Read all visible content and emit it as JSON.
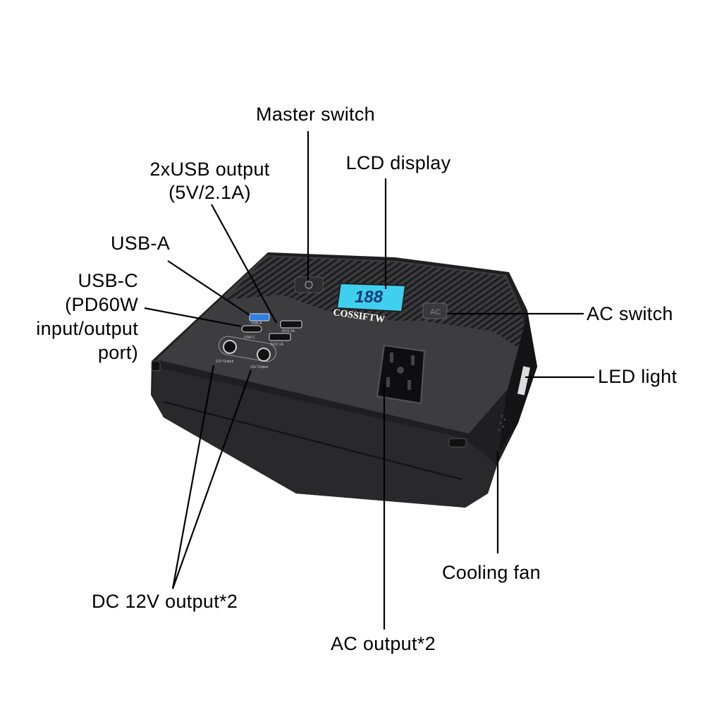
{
  "labels": {
    "master_switch": "Master switch",
    "lcd_display": "LCD display",
    "usb_output_line1": "2xUSB output",
    "usb_output_line2": "(5V/2.1A)",
    "usb_a": "USB-A",
    "usb_c_line1": "USB-C",
    "usb_c_line2": "(PD60W",
    "usb_c_line3": "input/output",
    "usb_c_line4": "port)",
    "ac_switch": "AC switch",
    "led_light": "LED light",
    "cooling_fan": "Cooling fan",
    "dc_output": "DC 12V output*2",
    "ac_output": "AC output*2"
  },
  "device": {
    "brand": "COSSIFTW",
    "lcd_reading": "188",
    "ac_button": "AC",
    "port_usb_a": "USB-A",
    "port_usb_c": "USB-C",
    "port_5v_1": "5V/2.1A",
    "port_5v_2": "5V/2.1A",
    "dc_label_1": "12V Output",
    "dc_label_2": "12V Output"
  },
  "colors": {
    "body": "#2a2a2c",
    "top": "#3a3a3c",
    "lcd": "#3fd0f0",
    "usb_a_blue": "#2f7fe0"
  }
}
